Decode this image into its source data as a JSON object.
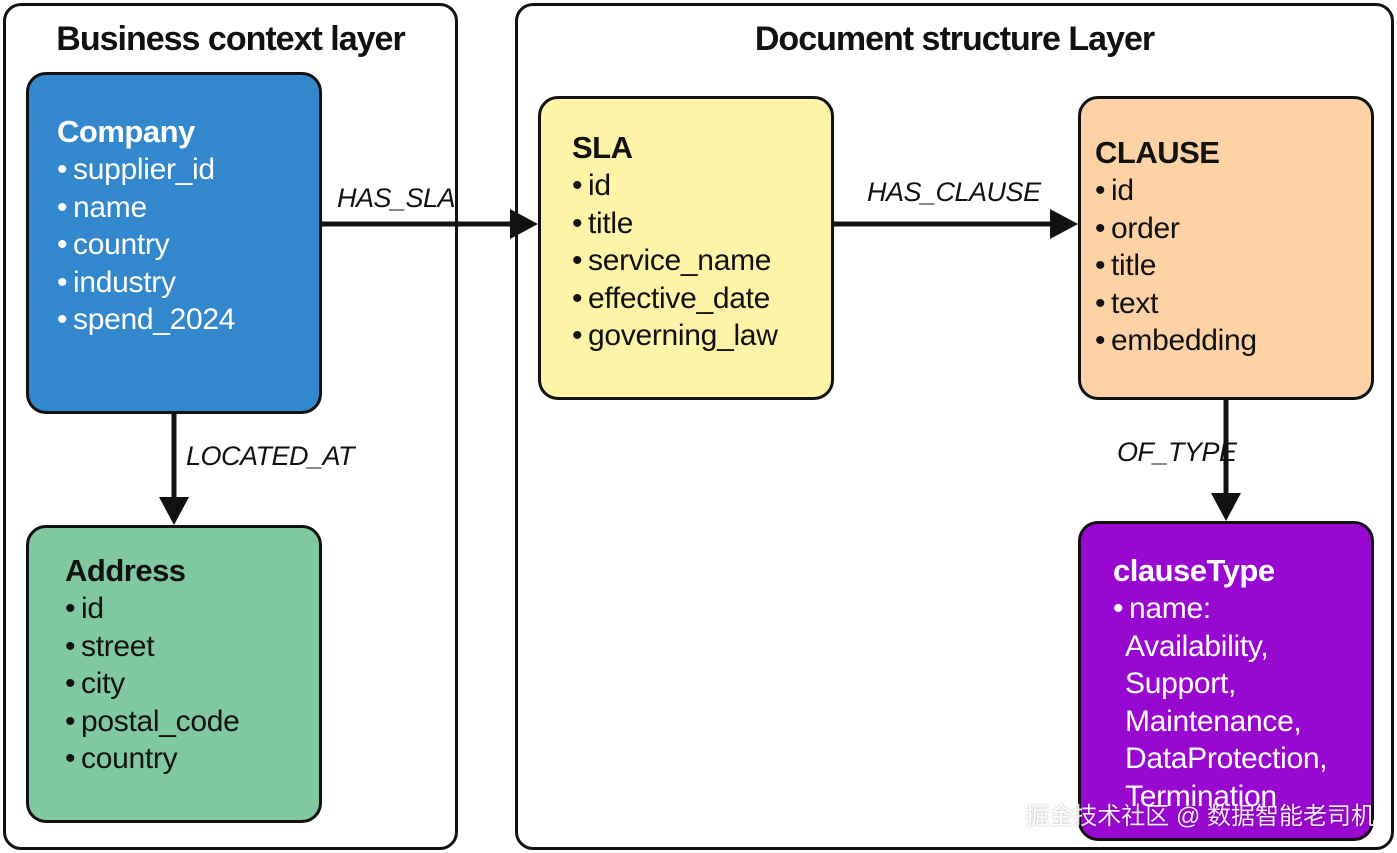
{
  "layers": {
    "business_title": "Business context layer",
    "document_title": "Document structure Layer"
  },
  "nodes": {
    "company": {
      "title": "Company",
      "props": [
        "supplier_id",
        "name",
        "country",
        "industry",
        "spend_2024"
      ]
    },
    "address": {
      "title": "Address",
      "props": [
        "id",
        "street",
        "city",
        "postal_code",
        "country"
      ]
    },
    "sla": {
      "title": "SLA",
      "props": [
        "id",
        "title",
        "service_name",
        "effective_date",
        "governing_law"
      ]
    },
    "clause": {
      "title": "CLAUSE",
      "props": [
        "id",
        "order",
        "title",
        "text",
        "embedding"
      ]
    },
    "clausetype": {
      "title": "clauseType",
      "prop": "name:",
      "values": [
        "Availability,",
        "Support,",
        "Maintenance,",
        "DataProtection,",
        "Termination"
      ]
    }
  },
  "edges": {
    "has_sla": "HAS_SLA",
    "has_clause": "HAS_CLAUSE",
    "located_at": "LOCATED_AT",
    "of_type": "OF_TYPE"
  },
  "bullet": "•",
  "watermark": "掘金技术社区 @ 数据智能老司机",
  "colors": {
    "company": "#3387cc",
    "address": "#80c8a0",
    "sla": "#fdf4a8",
    "clause": "#fdd3a6",
    "clausetype": "#9908d1",
    "stroke": "#111111"
  }
}
